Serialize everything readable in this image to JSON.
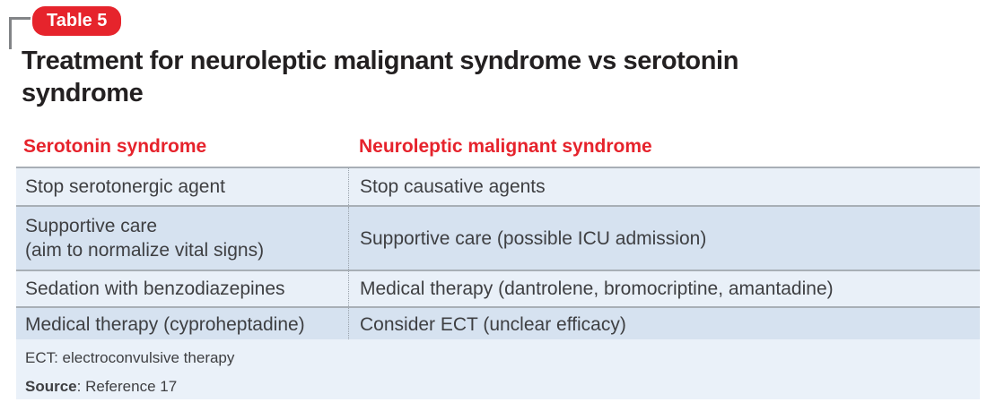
{
  "badge": {
    "label": "Table 5"
  },
  "title": "Treatment for neuroleptic malignant syndrome vs serotonin syndrome",
  "table": {
    "columns": [
      {
        "header": "Serotonin syndrome"
      },
      {
        "header": "Neuroleptic malignant syndrome"
      }
    ],
    "rows": [
      {
        "cells": [
          "Stop serotonergic agent",
          "Stop causative agents"
        ]
      },
      {
        "cells": [
          "Supportive care\n(aim to normalize vital signs)",
          "Supportive care (possible ICU admission)"
        ]
      },
      {
        "cells": [
          "Sedation with benzodiazepines",
          "Medical therapy (dantrolene, bromocriptine, amantadine)"
        ]
      },
      {
        "cells": [
          "Medical therapy (cyproheptadine)",
          "Consider ECT (unclear efficacy)"
        ]
      }
    ]
  },
  "footnotes": {
    "abbreviation": "ECT: electroconvulsive therapy",
    "source_bold": "Source",
    "source_rest": ": Reference 17"
  },
  "colors": {
    "accent_red": "#e6242c",
    "row_light": "#e9f0f8",
    "row_dark": "#d6e2f0",
    "footer_bg": "#eaf1f9",
    "rule_gray": "#a8afb6",
    "text_dark": "#3e3f42",
    "title_black": "#232021",
    "bracket_gray": "#828487"
  }
}
